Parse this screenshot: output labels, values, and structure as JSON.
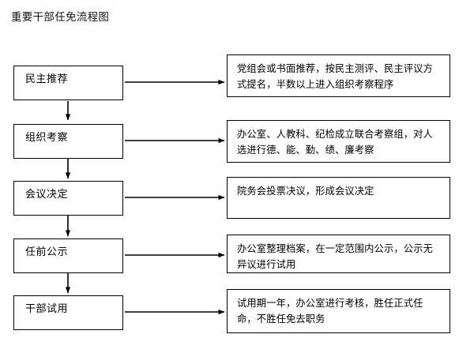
{
  "diagram": {
    "title": "重要干部任免流程图",
    "background_color": "#ffffff",
    "line_color": "#000000",
    "text_color": "#000000",
    "type": "flowchart",
    "orientation": "vertical-with-side-notes",
    "stages": [
      {
        "id": "stage-1",
        "label": "民主推荐",
        "note": "党组会或书面推荐，按民主测评、民主评议方式提名，半数以上进入组织考察程序"
      },
      {
        "id": "stage-2",
        "label": "组织考察",
        "note": "办公室、人教科、纪检成立联合考察组，对人选进行德、能、勤、绩、廉考察"
      },
      {
        "id": "stage-3",
        "label": "会议决定",
        "note": "院务会投票决议，形成会议决定"
      },
      {
        "id": "stage-4",
        "label": "任前公示",
        "note": "办公室整理档案，在一定范围内公示，公示无异议进行试用"
      },
      {
        "id": "stage-5",
        "label": "干部试用",
        "note": "试用期一年，办公室进行考核，胜任正式任命，不胜任免去职务"
      }
    ]
  }
}
